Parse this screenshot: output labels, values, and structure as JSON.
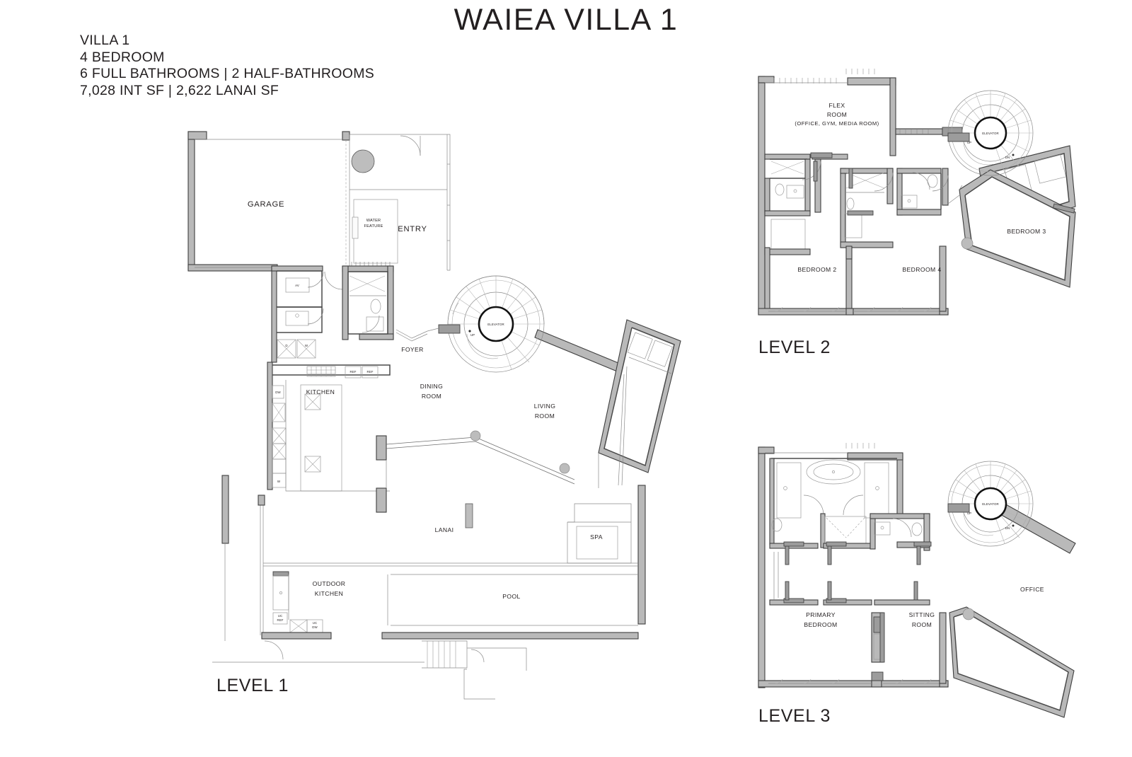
{
  "title": "WAIEA VILLA 1",
  "spec": {
    "lines": [
      "VILLA 1",
      "4 BEDROOM",
      "6 FULL BATHROOMS | 2 HALF-BATHROOMS",
      "7,028 INT SF | 2,622 LANAI SF"
    ]
  },
  "captions": {
    "level1": "LEVEL 1",
    "level2": "LEVEL 2",
    "level3": "LEVEL 3"
  },
  "colors": {
    "ink": "#231f20",
    "wall_fill": "#b9b9b9",
    "wall_stroke": "#3f3f3f",
    "hairline": "#8b8b8b",
    "paper": "#ffffff"
  },
  "level1": {
    "rooms": [
      {
        "key": "garage",
        "label": "GARAGE"
      },
      {
        "key": "water_feature",
        "label": "WATER",
        "label2": "FEATURE"
      },
      {
        "key": "entry",
        "label": "ENTRY"
      },
      {
        "key": "foyer",
        "label": "FOYER"
      },
      {
        "key": "kitchen",
        "label": "KITCHEN"
      },
      {
        "key": "dining_room",
        "label": "DINING",
        "label2": "ROOM"
      },
      {
        "key": "living_room",
        "label": "LIVING",
        "label2": "ROOM"
      },
      {
        "key": "lanai",
        "label": "LANAI"
      },
      {
        "key": "spa",
        "label": "SPA"
      },
      {
        "key": "pool",
        "label": "POOL"
      },
      {
        "key": "outdoor_kitchen",
        "label": "OUTDOOR",
        "label2": "KITCHEN"
      },
      {
        "key": "elevator",
        "label": "ELEVATOR"
      }
    ],
    "annotations": [
      {
        "key": "av",
        "label": "AV"
      },
      {
        "key": "dryer",
        "label": "D"
      },
      {
        "key": "washer",
        "label": "W"
      },
      {
        "key": "dw",
        "label": "DW"
      },
      {
        "key": "ref1",
        "label": "REF"
      },
      {
        "key": "ref2",
        "label": "REF"
      },
      {
        "key": "uc_ref",
        "label": "UC",
        "label2": "REF"
      },
      {
        "key": "uc_dw",
        "label": "UC",
        "label2": "DW"
      },
      {
        "key": "stair_up",
        "label": "UP"
      }
    ]
  },
  "level2": {
    "rooms": [
      {
        "key": "flex_room",
        "label": "FLEX",
        "label2": "ROOM",
        "sublabel": "(OFFICE, GYM, MEDIA ROOM)"
      },
      {
        "key": "bedroom2",
        "label": "BEDROOM 2"
      },
      {
        "key": "bedroom4",
        "label": "BEDROOM 4"
      },
      {
        "key": "bedroom3",
        "label": "BEDROOM 3"
      },
      {
        "key": "elevator",
        "label": "ELEVATOR"
      }
    ],
    "annotations": [
      {
        "key": "stair_up",
        "label": "UP"
      },
      {
        "key": "stair_dn",
        "label": "DN"
      }
    ]
  },
  "level3": {
    "rooms": [
      {
        "key": "primary_bedroom",
        "label": "PRIMARY",
        "label2": "BEDROOM"
      },
      {
        "key": "sitting_room",
        "label": "SITTING",
        "label2": "ROOM"
      },
      {
        "key": "office",
        "label": "OFFICE"
      },
      {
        "key": "elevator",
        "label": "ELEVATOR"
      }
    ],
    "annotations": [
      {
        "key": "stair_up",
        "label": "UP"
      },
      {
        "key": "stair_dn",
        "label": "DN"
      }
    ]
  }
}
